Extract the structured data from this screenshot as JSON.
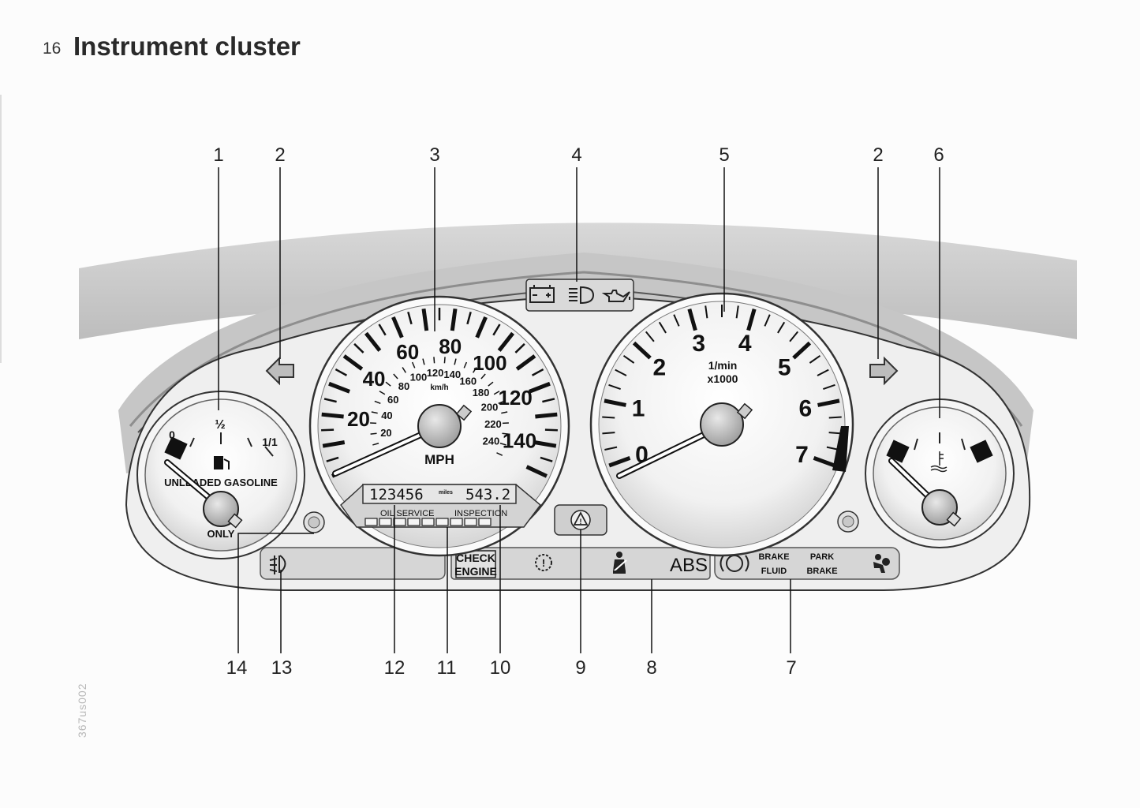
{
  "header": {
    "page_number": "16",
    "title": "Instrument cluster"
  },
  "side_code": "367us002",
  "callouts_top": [
    "1",
    "2",
    "3",
    "4",
    "5",
    "2",
    "6"
  ],
  "callouts_bottom": [
    "14",
    "13",
    "12",
    "11",
    "10",
    "9",
    "8",
    "7"
  ],
  "fuel_gauge": {
    "half": "½",
    "zero": "0",
    "full": "1/1",
    "label": "UNLEADED GASOLINE",
    "sub_label": "ONLY"
  },
  "speedometer": {
    "unit": "MPH",
    "km_unit": "km/h",
    "mph_ticks": [
      "20",
      "40",
      "60",
      "80",
      "100",
      "120",
      "140"
    ],
    "kmh_ticks": [
      "20",
      "40",
      "60",
      "80",
      "100",
      "120",
      "140",
      "160",
      "180",
      "200",
      "220",
      "240"
    ]
  },
  "odometer": {
    "odo": "123456",
    "miles_label": "miles",
    "trip": "543.2",
    "oil_service": "OIL SERVICE",
    "inspection": "INSPECTION"
  },
  "tachometer": {
    "unit": "1/min",
    "scale": "x1000",
    "ticks": [
      "0",
      "1",
      "2",
      "3",
      "4",
      "5",
      "6",
      "7"
    ]
  },
  "warning_bar": {
    "check_engine": [
      "CHECK",
      "ENGINE"
    ],
    "abs": "ABS",
    "brake_fluid": [
      "BRAKE",
      "FLUID"
    ],
    "park_brake": [
      "PARK",
      "BRAKE"
    ]
  }
}
